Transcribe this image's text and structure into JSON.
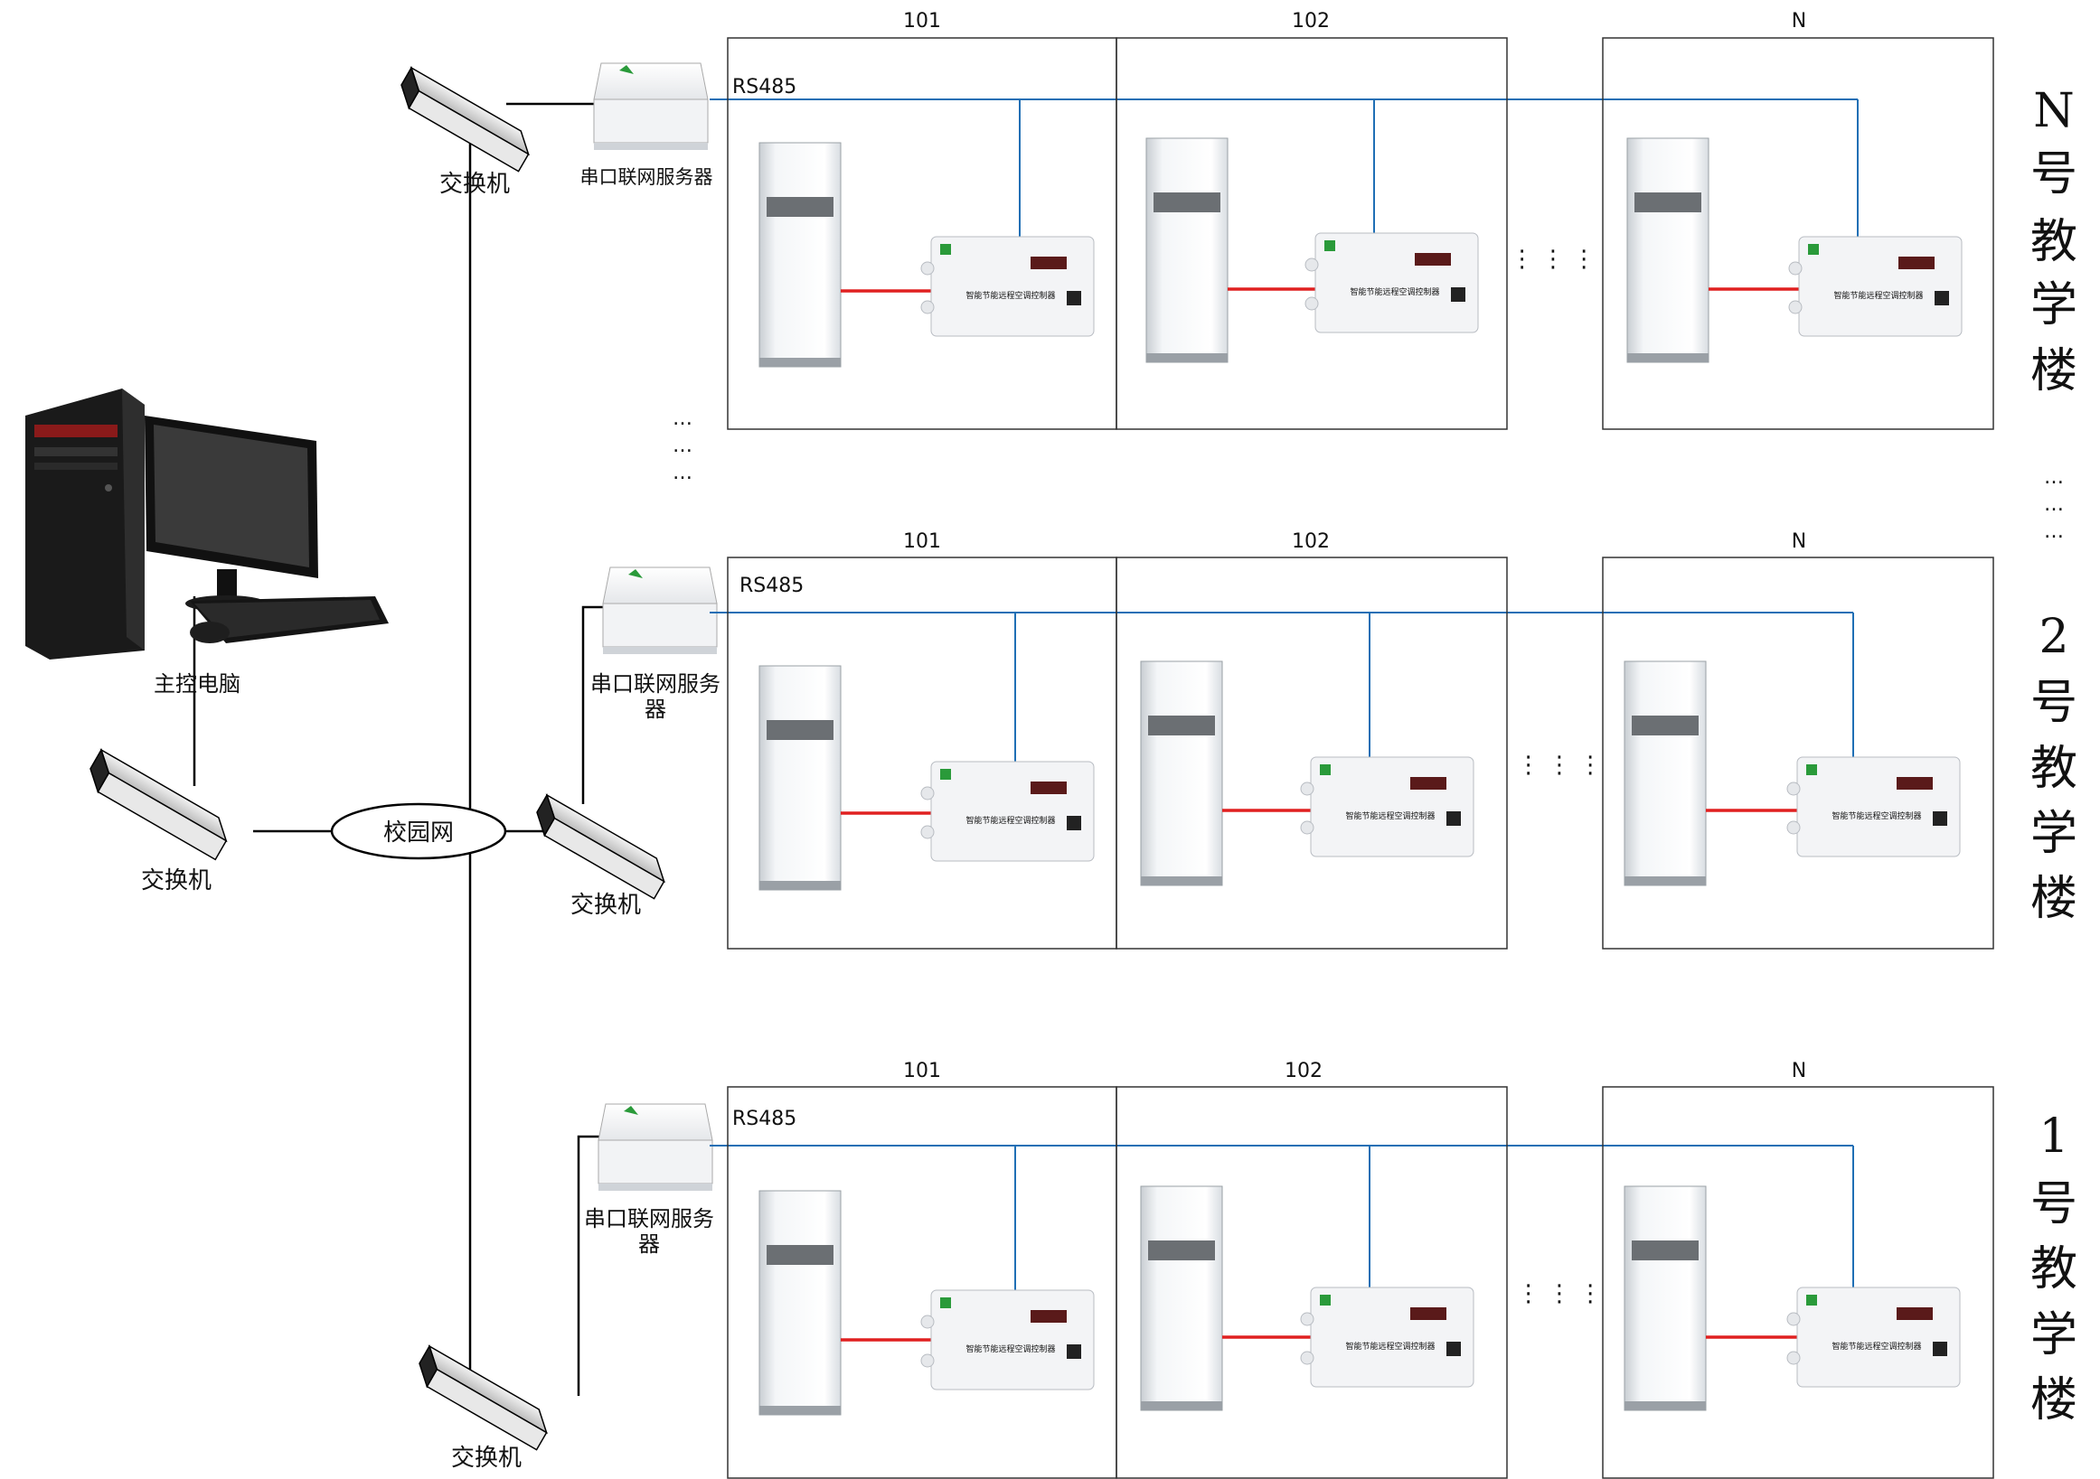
{
  "colors": {
    "bus_line": "#1f6fb5",
    "power_line": "#e02020",
    "wire": "#000000",
    "frame": "#333333"
  },
  "main_computer": {
    "label": "主控电脑"
  },
  "switches": {
    "label": "交换机"
  },
  "campus_network": {
    "label": "校园网"
  },
  "buildings": [
    {
      "id": "n",
      "vertical_label": [
        "N",
        "号",
        "教",
        "学",
        "楼"
      ],
      "bus_label": "RS485",
      "server_label": "串口联网服务器",
      "rooms": [
        "101",
        "102",
        "N"
      ],
      "controller_text": "智能节能远程空调控制器",
      "gap_dots": "⋮ ⋮ ⋮"
    },
    {
      "id": "2",
      "vertical_label": [
        "2",
        "号",
        "教",
        "学",
        "楼"
      ],
      "bus_label": "RS485",
      "server_label_lines": [
        "串口联网服务",
        "器"
      ],
      "rooms": [
        "101",
        "102",
        "N"
      ],
      "controller_text": "智能节能远程空调控制器",
      "gap_dots": "⋮ ⋮ ⋮"
    },
    {
      "id": "1",
      "vertical_label": [
        "1",
        "号",
        "教",
        "学",
        "楼"
      ],
      "bus_label": "RS485",
      "server_label_lines": [
        "串口联网服务",
        "器"
      ],
      "rooms": [
        "101",
        "102",
        "N"
      ],
      "controller_text": "智能节能远程空调控制器",
      "gap_dots": "⋮ ⋮ ⋮"
    }
  ],
  "between_buildings_dots": "⋮"
}
